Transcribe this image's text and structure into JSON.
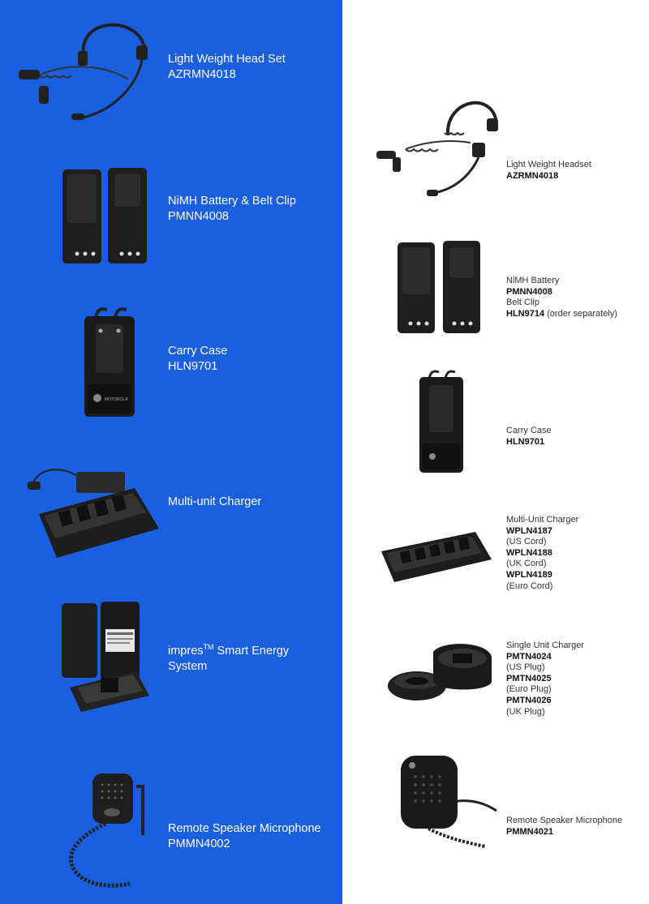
{
  "left_items": [
    {
      "name": "Light Weight Head Set",
      "code": "AZRMN4018"
    },
    {
      "name": "NiMH Battery & Belt Clip",
      "code": "PMNN4008"
    },
    {
      "name": "Carry Case",
      "code": "HLN9701"
    },
    {
      "name": "Multi-unit Charger"
    },
    {
      "name_prefix": "impres",
      "tm": "TM",
      "name_rest": " Smart Energy",
      "name_line2": "System"
    },
    {
      "name": "Remote Speaker Microphone",
      "code": "PMMN4002"
    }
  ],
  "right_items": [
    {
      "lines": [
        {
          "text": "Light Weight Headset"
        },
        {
          "text": "AZRMN4018",
          "bold": true
        }
      ]
    },
    {
      "lines": [
        {
          "text": "NiMH Battery"
        },
        {
          "text": "PMNN4008",
          "bold": true
        },
        {
          "text": "Belt Clip"
        },
        {
          "text": "HLN9714",
          "bold": true,
          "suffix": " (order separately)"
        }
      ]
    },
    {
      "lines": [
        {
          "text": "Carry Case"
        },
        {
          "text": "HLN9701",
          "bold": true
        }
      ]
    },
    {
      "lines": [
        {
          "text": "Multi-Unit Charger"
        },
        {
          "text": "WPLN4187",
          "bold": true
        },
        {
          "text": "(US Cord)"
        },
        {
          "text": "WPLN4188",
          "bold": true
        },
        {
          "text": "(UK Cord)"
        },
        {
          "text": "WPLN4189",
          "bold": true
        },
        {
          "text": "(Euro Cord)"
        }
      ]
    },
    {
      "lines": [
        {
          "text": "Single Unit Charger"
        },
        {
          "text": "PMTN4024",
          "bold": true
        },
        {
          "text": "(US Plug)"
        },
        {
          "text": "PMTN4025",
          "bold": true
        },
        {
          "text": "(Euro Plug)"
        },
        {
          "text": "PMTN4026",
          "bold": true
        },
        {
          "text": "(UK Plug)"
        }
      ]
    },
    {
      "lines": [
        {
          "text": "Remote Speaker Microphone"
        },
        {
          "text": "PMMN4021",
          "bold": true
        }
      ]
    }
  ],
  "brand_mark": "MOTOROLA",
  "colors": {
    "left_bg": "#1a5fe0",
    "right_bg": "#ffffff",
    "product": "#1c1c1c"
  }
}
